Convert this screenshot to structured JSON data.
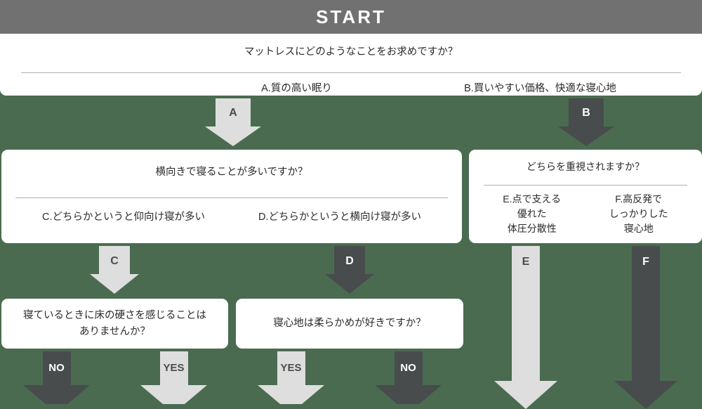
{
  "page": {
    "background_color": "#4a6b4f",
    "light_arrow_color": "#dedede",
    "dark_arrow_color": "#484c4d",
    "header_color": "#717171",
    "card_color": "#ffffff",
    "divider_color": "#b0b0b0"
  },
  "header": {
    "title": "START"
  },
  "cards": {
    "start": {
      "question": "マットレスにどのようなことをお求めですか？",
      "options": [
        {
          "key": "A",
          "label": "A.質の高い眠り"
        },
        {
          "key": "B",
          "label": "B.買いやすい価格、快適な寝心地"
        }
      ]
    },
    "q_a": {
      "question": "横向きで寝ることが多いですか？",
      "options": [
        {
          "key": "C",
          "label": "C.どちらかというと仰向け寝が多い"
        },
        {
          "key": "D",
          "label": "D.どちらかというと横向け寝が多い"
        }
      ]
    },
    "q_b": {
      "question": "どちらを重視されますか？",
      "options": [
        {
          "key": "E",
          "label": "E.点で支える\n優れた\n体圧分散性"
        },
        {
          "key": "F",
          "label": "F.高反発で\nしっかりした\n寝心地"
        }
      ]
    },
    "q_c": {
      "question": "寝ているときに床の硬さを感じることは\nありませんか？"
    },
    "q_d": {
      "question": "寝心地は柔らかめが好きですか？"
    }
  },
  "arrows": {
    "a": {
      "label": "A",
      "style": "light"
    },
    "b": {
      "label": "B",
      "style": "dark"
    },
    "c": {
      "label": "C",
      "style": "light"
    },
    "d": {
      "label": "D",
      "style": "dark"
    },
    "e": {
      "label": "E",
      "style": "light"
    },
    "f": {
      "label": "F",
      "style": "dark"
    },
    "c_no": {
      "label": "NO",
      "style": "dark"
    },
    "c_yes": {
      "label": "YES",
      "style": "light"
    },
    "d_yes": {
      "label": "YES",
      "style": "light"
    },
    "d_no": {
      "label": "NO",
      "style": "dark"
    }
  }
}
